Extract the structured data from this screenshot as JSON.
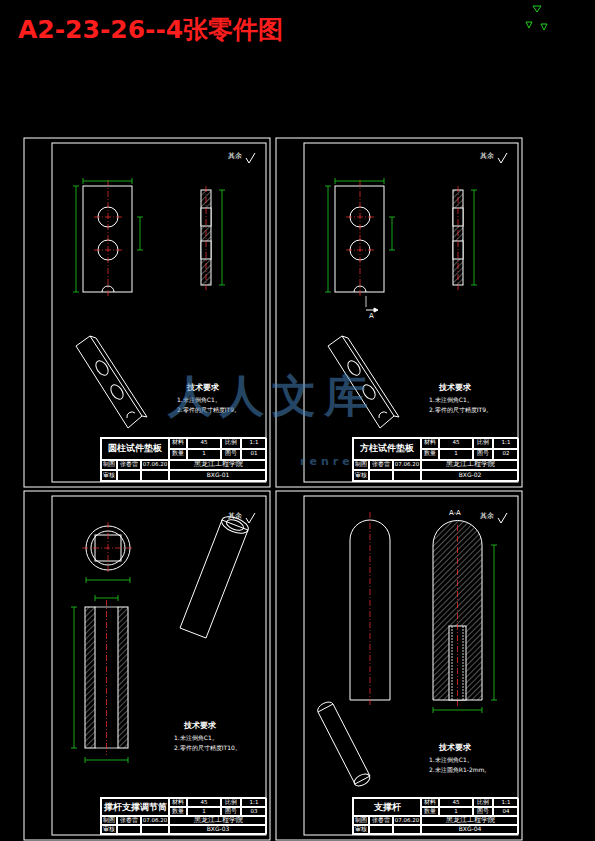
{
  "diagram": {
    "title": "A2-23-26--4张零件图",
    "nodes": [
      {
        "text": [
          "圆柱试件垫板",
          "材料",
          "45",
          "比例",
          "1:1",
          "数量",
          "1",
          "图号",
          "01",
          "制图",
          "张春雷",
          "07.06.20",
          "审核",
          "黑龙江工程学院",
          "BXG-01"
        ]
      },
      {
        "text": [
          "方柱试件垫板",
          "材料",
          "45",
          "比例",
          "1:1",
          "数量",
          "1",
          "图号",
          "02",
          "制图",
          "张春雷",
          "07.06.20",
          "审核",
          "黑龙江工程学院",
          "BXG-02"
        ]
      },
      {
        "text": [
          "撑杆支撑调节筒",
          "材料",
          "45",
          "比例",
          "1:1",
          "数量",
          "1",
          "图号",
          "03",
          "制图",
          "张春雷",
          "07.06.20",
          "审核",
          "黑龙江工程学院",
          "BXG-03"
        ]
      },
      {
        "text": [
          "支撑杆",
          "材料",
          "45",
          "比例",
          "1:1",
          "数量",
          "1",
          "图号",
          "04",
          "制图",
          "张春雷",
          "07.06.20",
          "审核",
          "黑龙江工程学院",
          "BXG-04"
        ]
      }
    ],
    "labels": [
      "其余",
      "技术要求",
      "1.未注倒角C1。",
      "2.零件的尺寸精度IT9。",
      "其余",
      "A",
      "技术要求",
      "1.未注倒角C1。",
      "2.零件的尺寸精度IT9。",
      "其余",
      "技术要求",
      "1.未注倒角C1。",
      "2.零件的尺寸精度IT10。",
      "A-A",
      "其余",
      "技术要求",
      "1.未注倒角C1。",
      "2.未注圆角R1-2mm。",
      "人人文库",
      "renrendoc"
    ]
  }
}
